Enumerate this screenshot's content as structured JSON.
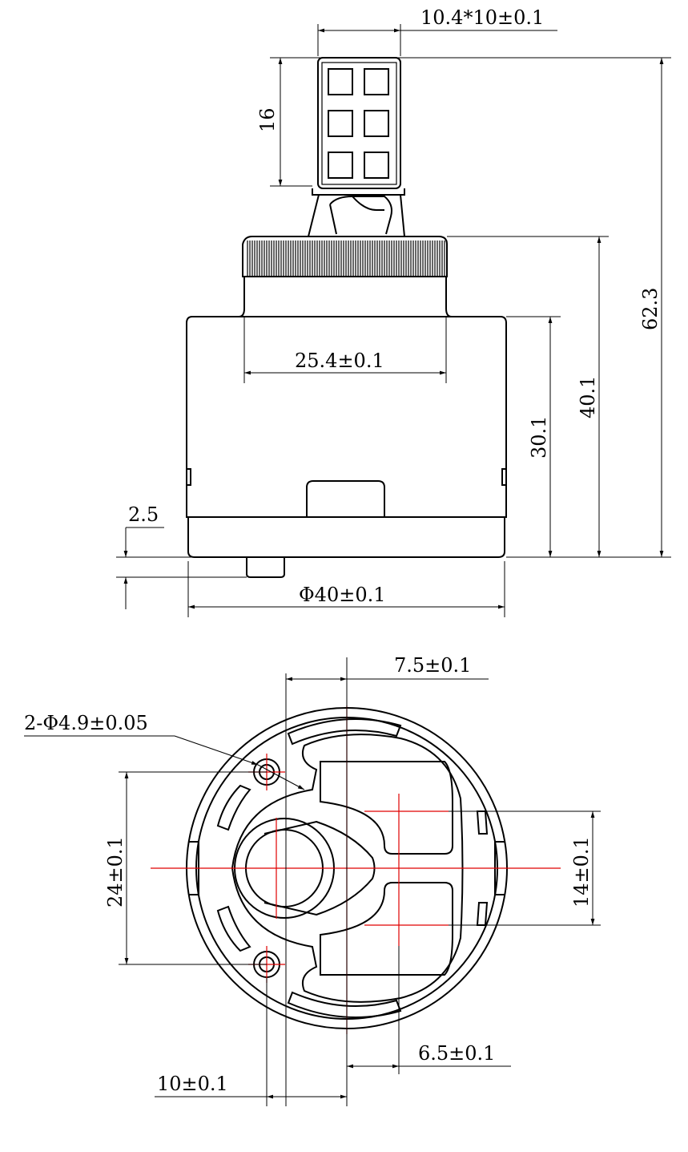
{
  "title": "Ceramic cartridge 40mm technical drawing",
  "side_view": {
    "stem_size": "10.4*10±0.1",
    "stem_height": "16",
    "total_height": "62.3",
    "height_to_ring_top": "40.1",
    "body_height": "30.1",
    "collar_diameter": "25.4±0.1",
    "pin_height": "2.5",
    "body_diameter": "Φ40±0.1"
  },
  "bottom_view": {
    "offset_top": "7.5±0.1",
    "hole_spec": "2-Φ4.9±0.05",
    "hole_spacing": "24±0.1",
    "port_spacing": "14±0.1",
    "offset_right": "6.5±0.1",
    "offset_left": "10±0.1"
  },
  "colors": {
    "line": "#000000",
    "centerline": "#e00000"
  }
}
